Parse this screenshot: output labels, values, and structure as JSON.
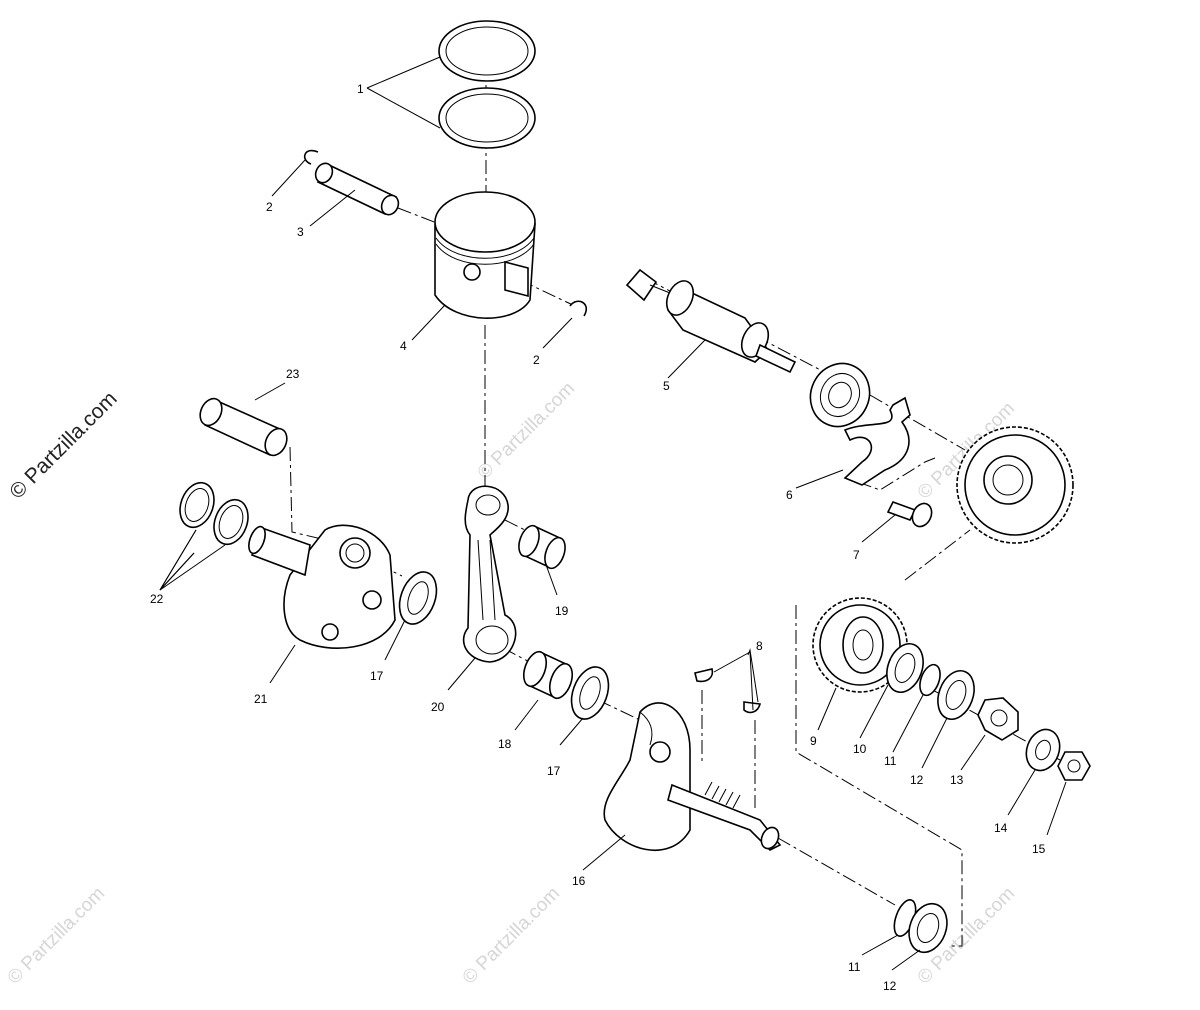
{
  "watermark": {
    "main": "© Partzilla.com",
    "repeat": "© Partzilla.com"
  },
  "callouts": {
    "c1": "1",
    "c2a": "2",
    "c2b": "2",
    "c3": "3",
    "c4": "4",
    "c5": "5",
    "c6": "6",
    "c7": "7",
    "c8": "8",
    "c9": "9",
    "c10": "10",
    "c11a": "11",
    "c11b": "11",
    "c12a": "12",
    "c12b": "12",
    "c13": "13",
    "c14": "14",
    "c15": "15",
    "c16": "16",
    "c17a": "17",
    "c17b": "17",
    "c18": "18",
    "c19": "19",
    "c20": "20",
    "c21": "21",
    "c22": "22",
    "c23": "23"
  }
}
